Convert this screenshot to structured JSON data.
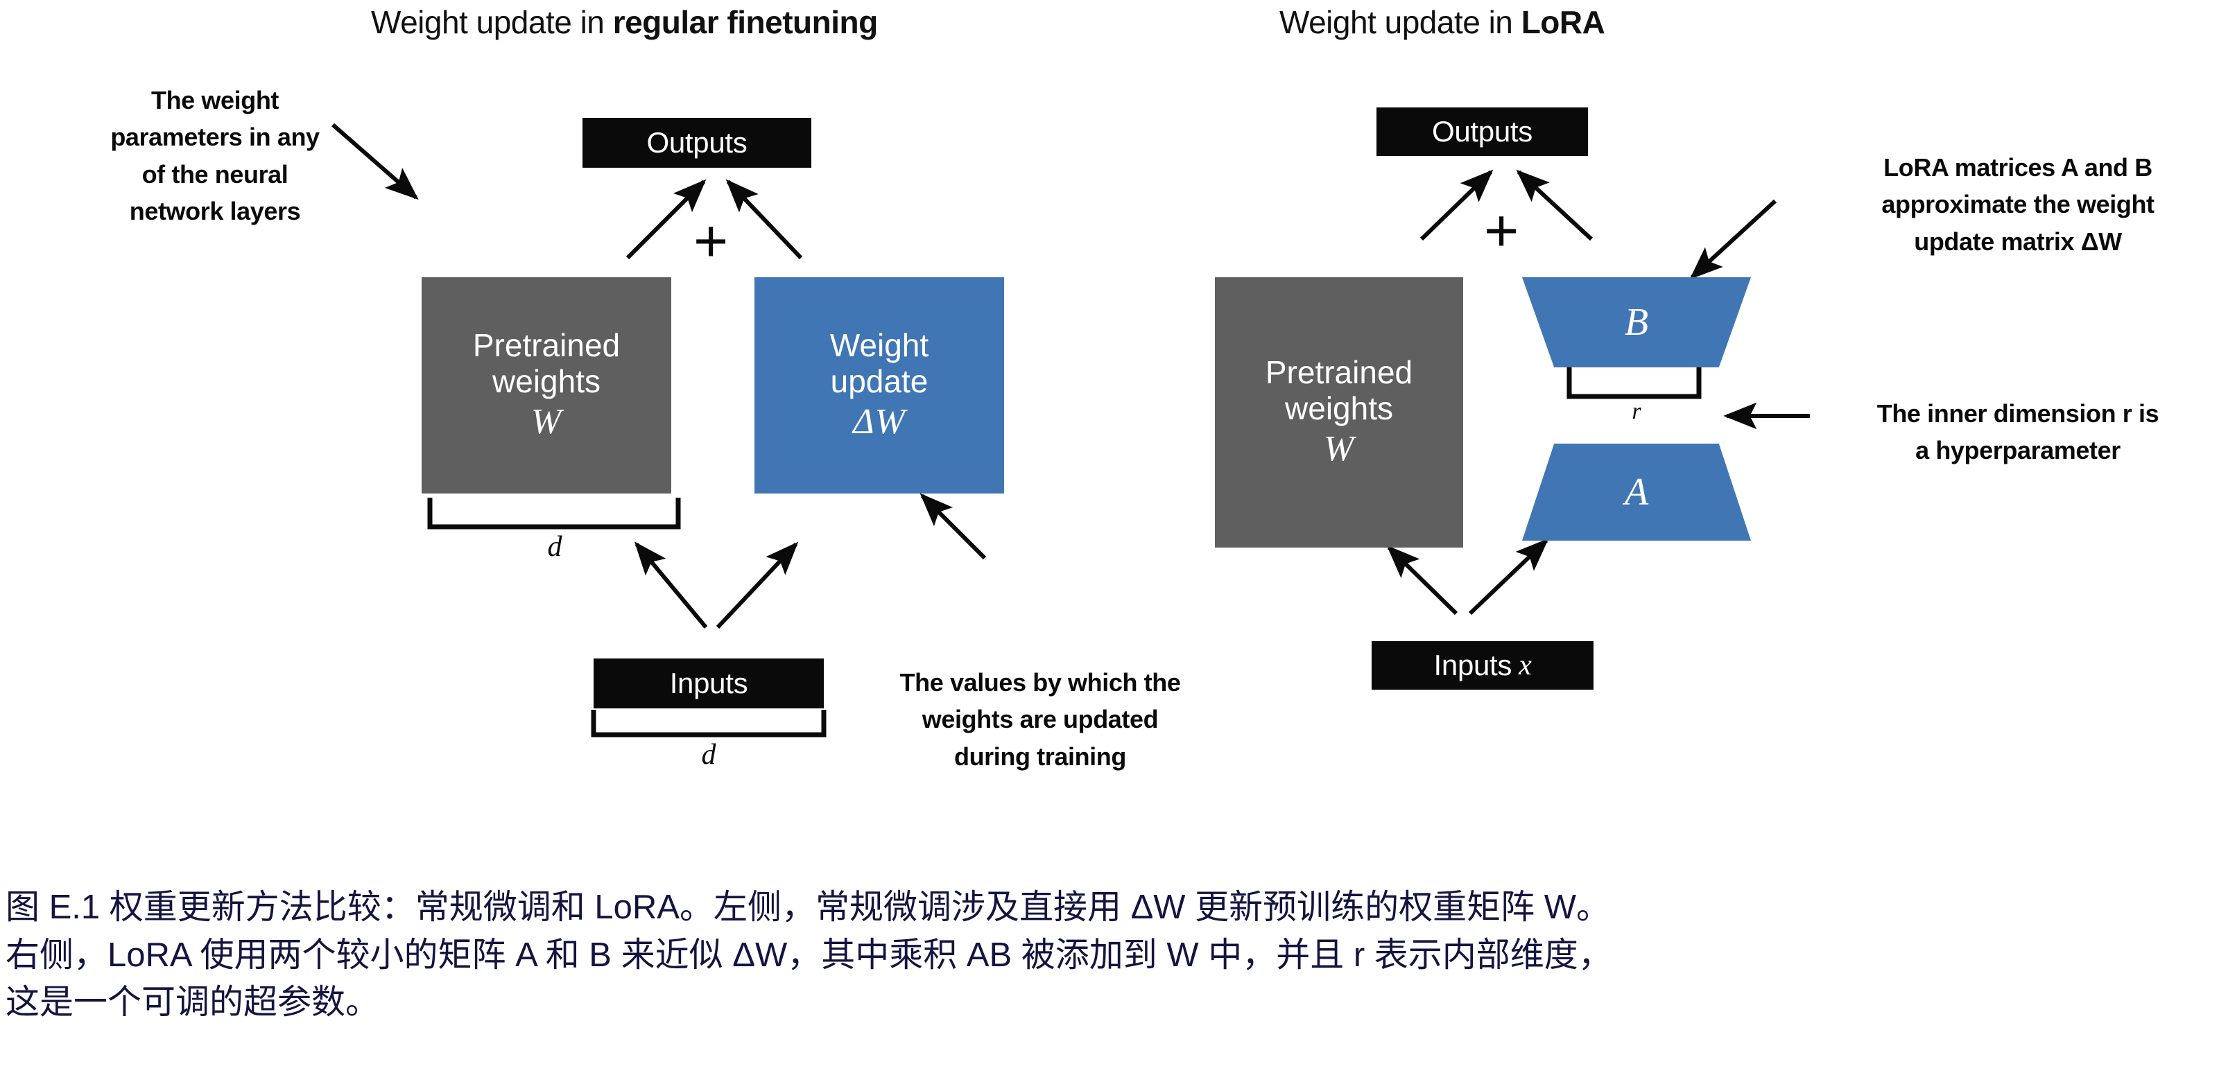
{
  "figure": {
    "panels": [
      {
        "id": "regular-finetuning",
        "title_prefix": "Weight update in ",
        "title_emphasis": "regular finetuning",
        "output_box_label": "Outputs",
        "input_box_label": "Inputs",
        "input_box_symbol": "",
        "plus_sign": "+",
        "boxes": [
          {
            "id": "pretrained-weights",
            "line1": "Pretrained",
            "line2": "weights",
            "symbol": "W",
            "color": "#5f5f5f"
          },
          {
            "id": "weight-update",
            "line1": "Weight",
            "line2": "update",
            "symbol": "ΔW",
            "color": "#4076b4"
          }
        ],
        "dimension_labels": [
          {
            "id": "weights-width",
            "text": "d"
          },
          {
            "id": "inputs-width",
            "text": "d"
          }
        ],
        "annotations": [
          {
            "id": "weight-parameters-note",
            "lines": [
              "The weight",
              "parameters in any",
              "of the neural",
              "network layers"
            ]
          },
          {
            "id": "values-updated-note",
            "lines": [
              "The values by which the",
              "weights are updated",
              "during training"
            ]
          }
        ]
      },
      {
        "id": "lora",
        "title_prefix": "Weight update in ",
        "title_emphasis": "LoRA",
        "output_box_label": "Outputs",
        "input_box_label": "Inputs",
        "input_box_symbol": "x",
        "plus_sign": "+",
        "boxes": [
          {
            "id": "pretrained-weights",
            "line1": "Pretrained",
            "line2": "weights",
            "symbol": "W",
            "color": "#5f5f5f"
          }
        ],
        "trapezoids": [
          {
            "id": "matrix-b",
            "label": "B",
            "orientation": "wide-top",
            "color": "#4076b4"
          },
          {
            "id": "matrix-a",
            "label": "A",
            "orientation": "wide-bottom",
            "color": "#4076b4"
          }
        ],
        "dimension_labels": [
          {
            "id": "inner-dimension",
            "text": "r"
          }
        ],
        "annotations": [
          {
            "id": "lora-matrices-note",
            "lines": [
              "LoRA matrices A and B",
              "approximate the weight",
              "update matrix ΔW"
            ]
          },
          {
            "id": "inner-dimension-note",
            "lines": [
              "The inner dimension r is",
              "a hyperparameter"
            ]
          }
        ]
      }
    ]
  },
  "caption": {
    "id": "figure-e1-caption",
    "lines": [
      "图 E.1 权重更新方法比较：常规微调和 LoRA。左侧，常规微调涉及直接用 ΔW 更新预训练的权重矩阵 W。",
      "右侧，LoRA 使用两个较小的矩阵 A 和 B 来近似 ΔW，其中乘积 AB 被添加到 W 中，并且 r 表示内部维度，",
      "这是一个可调的超参数。"
    ]
  },
  "colors": {
    "blue": "#4076b4",
    "gray": "#5f5f5f",
    "black": "#0a0a0a",
    "caption_navy": "#141440",
    "background": "#ffffff"
  }
}
